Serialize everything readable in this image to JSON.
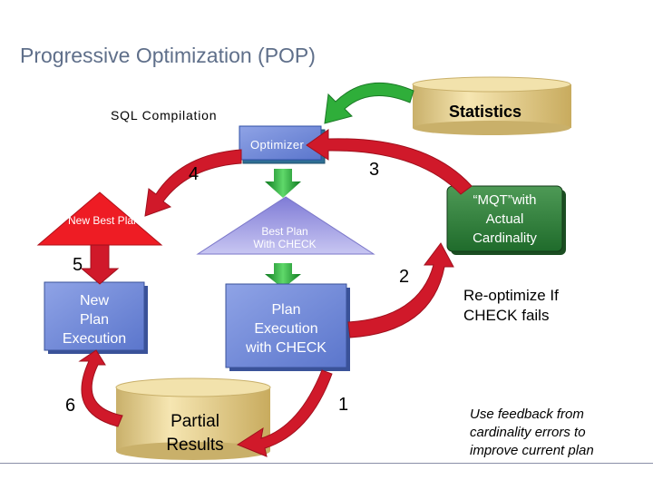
{
  "title": "Progressive Optimization (POP)",
  "diagram": {
    "sql_compilation": "SQL Compilation",
    "statistics": "Statistics",
    "optimizer": "Optimizer",
    "new_best_plan": "New Best Plan",
    "best_plan_line1": "Best Plan",
    "best_plan_line2": "With CHECK",
    "new_plan_exec": [
      "New",
      "Plan",
      "Execution"
    ],
    "plan_exec_check": [
      "Plan",
      "Execution",
      "with CHECK"
    ],
    "partial_results": [
      "Partial",
      "Results"
    ],
    "mqt": [
      "“MQT”with",
      "Actual",
      "Cardinality"
    ],
    "reoptimize": [
      "Re-optimize If",
      "CHECK fails"
    ],
    "feedback": [
      "Use feedback from",
      "cardinality errors to",
      "improve current plan"
    ],
    "steps": [
      "1",
      "2",
      "3",
      "4",
      "5",
      "6"
    ]
  },
  "colors": {
    "arrow_red": "#d0192a",
    "arrow_green": "#2fae3a",
    "triangle_red": "#ee1c24",
    "triangle_purple": "#a9a6e6",
    "box_blue": "#6d86d6",
    "optimizer_teal": "#3d8bb3",
    "cylinder": "#e7d49a",
    "mqt_green": "#2f7d3a"
  }
}
